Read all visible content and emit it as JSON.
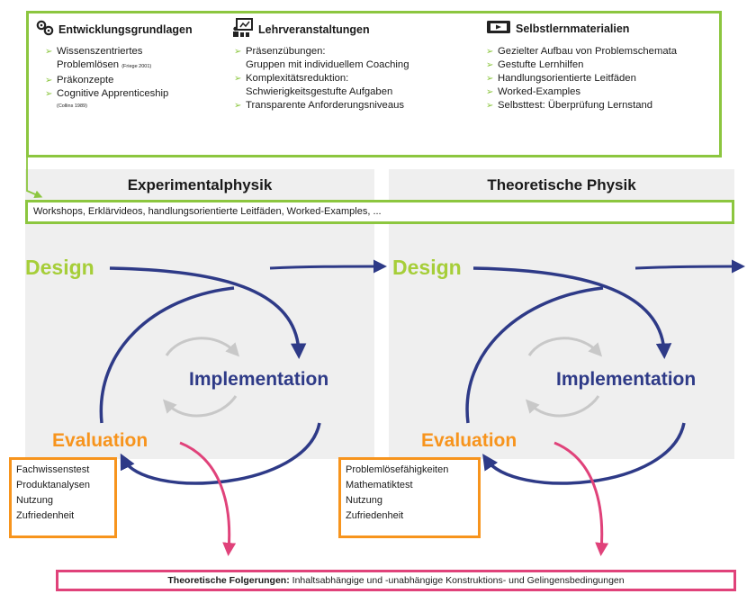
{
  "top": {
    "columns": [
      {
        "icon": "gears-icon",
        "title": "Entwicklungsgrundlagen",
        "items": [
          {
            "text": "Wissenszentriertes",
            "cont": "Problemlösen",
            "ref": "(Friege 2001)"
          },
          {
            "text": "Präkonzepte"
          },
          {
            "text": "Cognitive Apprenticeship",
            "ref": "(Collins 1989)"
          }
        ]
      },
      {
        "icon": "presentation-board-icon",
        "title": "Lehrveranstaltungen",
        "items": [
          {
            "text": "Präsenzübungen:",
            "cont": "Gruppen mit individuellem Coaching"
          },
          {
            "text": "Komplexitätsreduktion:",
            "cont": "Schwierigkeitsgestufte Aufgaben"
          },
          {
            "text": "Transparente Anforderungsniveaus"
          }
        ]
      },
      {
        "icon": "video-screen-icon",
        "title": "Selbstlernmaterialien",
        "items": [
          {
            "text": "Gezielter Aufbau von Problemschemata"
          },
          {
            "text": "Gestufte Lernhilfen"
          },
          {
            "text": "Handlungsorientierte Leitfäden"
          },
          {
            "text": "Worked-Examples"
          },
          {
            "text": "Selbsttest: Überprüfung Lernstand"
          }
        ]
      }
    ]
  },
  "panels": {
    "left_title": "Experimentalphysik",
    "right_title": "Theoretische Physik"
  },
  "band_text": "Workshops, Erklärvideos, handlungsorientierte Leitfäden, Worked-Examples, ...",
  "cycle": {
    "design": "Design",
    "implementation": "Implementation",
    "evaluation": "Evaluation"
  },
  "eval_left": [
    "Fachwissenstest",
    "Produktanalysen",
    "Nutzung",
    "Zufriedenheit"
  ],
  "eval_right": [
    "Problemlösefähigkeiten",
    "Mathematiktest",
    "Nutzung",
    "Zufriedenheit"
  ],
  "bottom": {
    "bold": "Theoretische Folgerungen:",
    "rest": " Inhaltsabhängige und -unabhängige Konstruktions- und Gelingensbedingungen"
  },
  "colors": {
    "green": "#8cc63f",
    "design_green": "#a6ce39",
    "navy": "#2e3a87",
    "orange": "#f7941d",
    "pink": "#e0427a",
    "light_gray_arrow": "#c8c8c8"
  }
}
